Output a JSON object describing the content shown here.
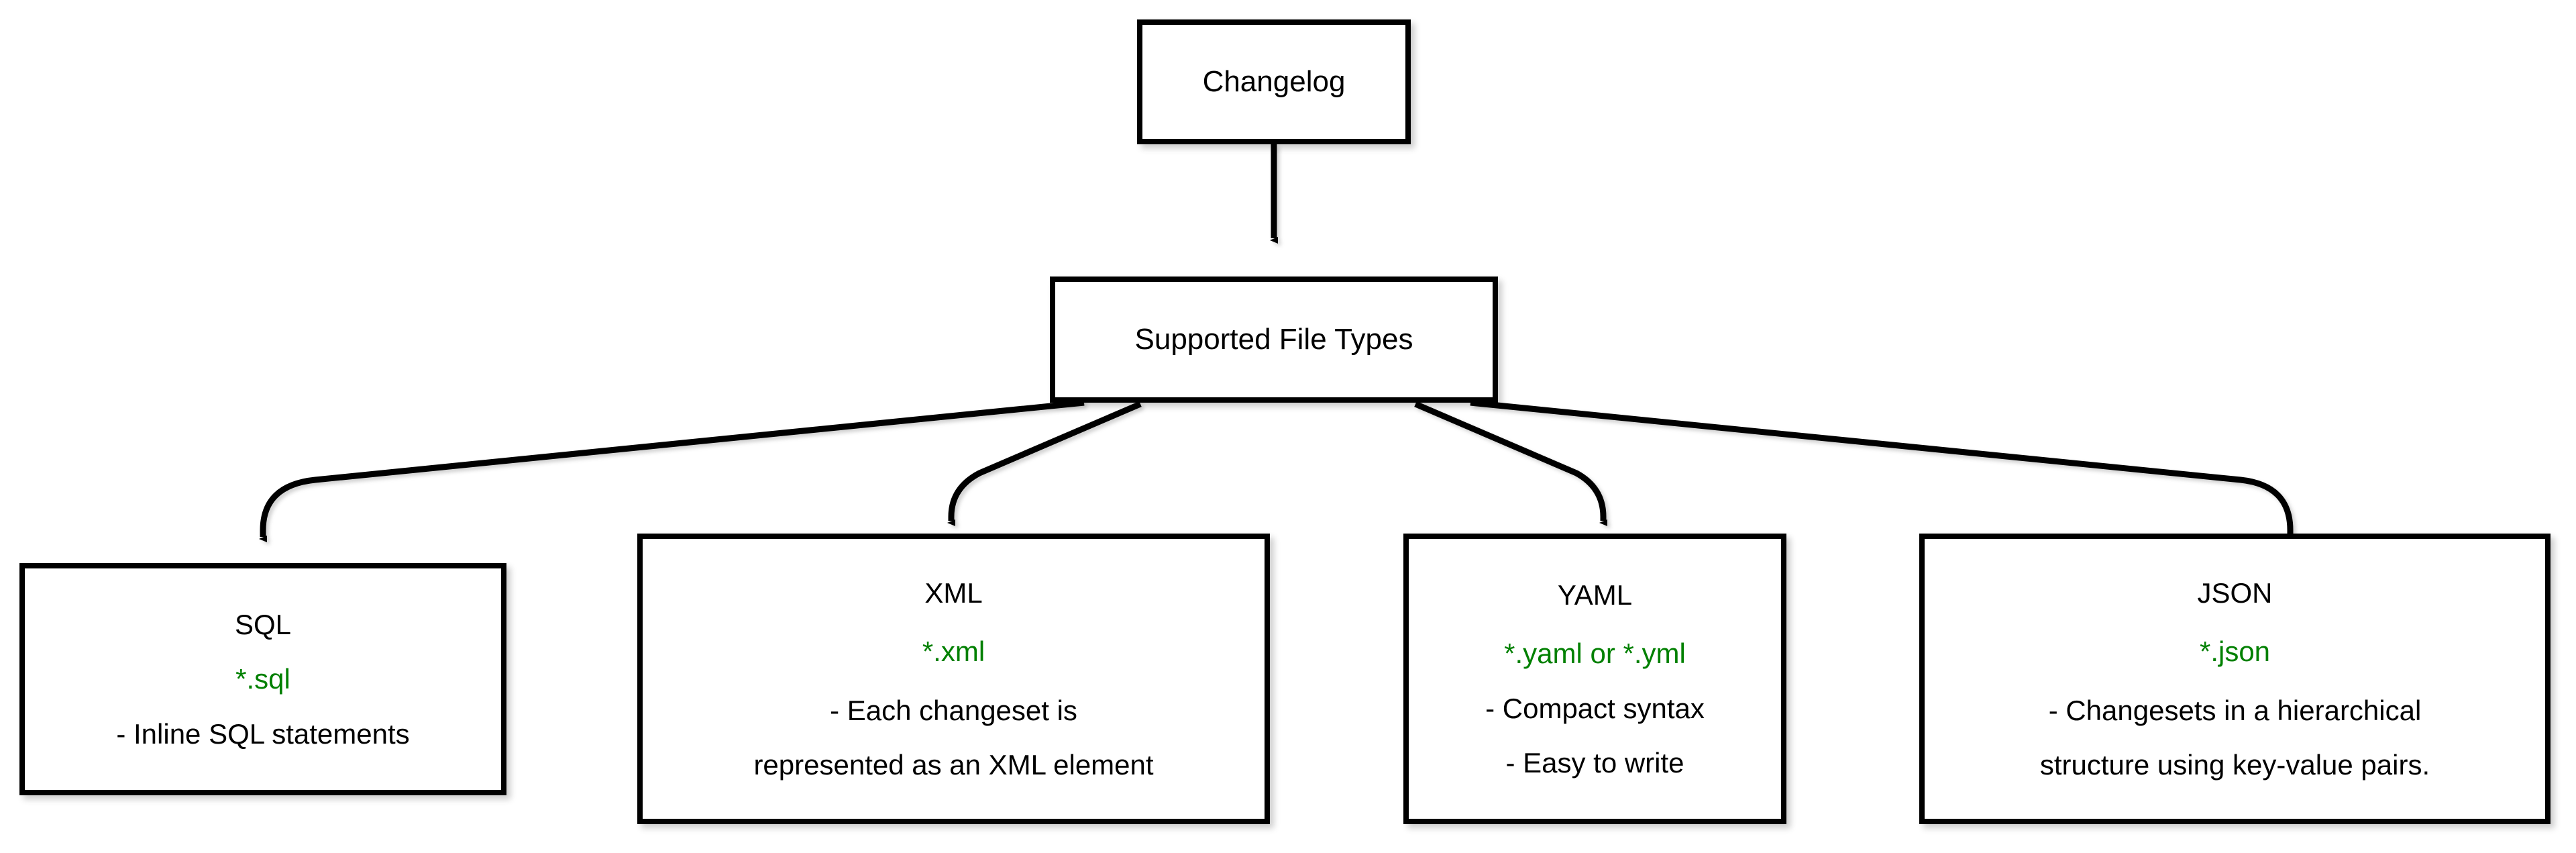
{
  "diagram": {
    "title": "Changelog Supported File Types",
    "accent_green": "#008000",
    "stroke_color": "#000000",
    "background": "#ffffff"
  },
  "nodes": {
    "root": {
      "label": "Changelog"
    },
    "branch": {
      "label": "Supported File Types"
    },
    "leaves": [
      {
        "id": "sql",
        "title": "SQL",
        "extension": "*.sql",
        "bullets": [
          "- Inline SQL statements"
        ]
      },
      {
        "id": "xml",
        "title": "XML",
        "extension": "*.xml",
        "bullets": [
          "- Each changeset is",
          "represented as an XML element"
        ]
      },
      {
        "id": "yaml",
        "title": "YAML",
        "extension": "*.yaml or *.yml",
        "bullets": [
          "- Compact syntax",
          "- Easy to write"
        ]
      },
      {
        "id": "json",
        "title": "JSON",
        "extension": "*.json",
        "bullets": [
          "- Changesets in a hierarchical",
          "structure using key-value pairs."
        ]
      }
    ]
  },
  "edges": [
    {
      "from": "Changelog",
      "to": "Supported File Types"
    },
    {
      "from": "Supported File Types",
      "to": "SQL"
    },
    {
      "from": "Supported File Types",
      "to": "XML"
    },
    {
      "from": "Supported File Types",
      "to": "YAML"
    },
    {
      "from": "Supported File Types",
      "to": "JSON"
    }
  ]
}
